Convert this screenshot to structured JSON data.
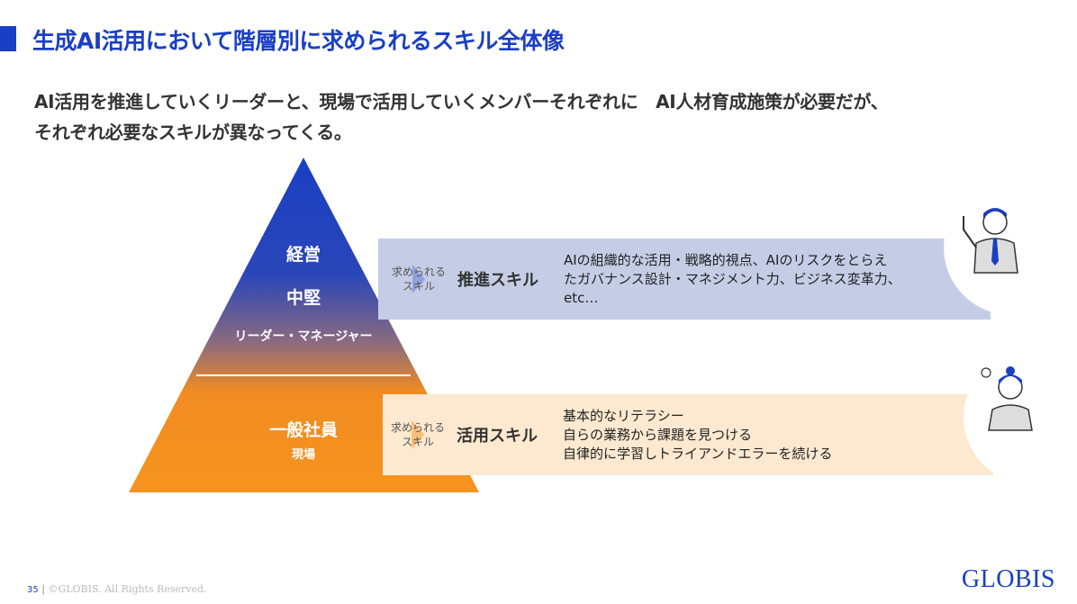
{
  "title": "生成AI活用において階層別に求められるスキル全体像",
  "subtitle": {
    "line1": "AI活用を推進していくリーダーと、現場で活用していくメンバーそれぞれに　AI人材育成施策が必要だが、",
    "line2": "それぞれ必要なスキルが異なってくる。"
  },
  "pyramid": {
    "levels": [
      "経営",
      "中堅",
      "リーダー・マネージャー",
      "一般社員",
      "現場"
    ]
  },
  "panels": [
    {
      "required": [
        "求められる",
        "スキル"
      ],
      "skill": "推進スキル",
      "lines": [
        "AIの組織的な活用・戦略的視点、AIのリスクをとらえ",
        "たガバナンス設計・マネジメント力、ビジネス変革力、",
        "etc…"
      ]
    },
    {
      "required": [
        "求められる",
        "スキル"
      ],
      "skill": "活用スキル",
      "lines": [
        "基本的なリテラシー",
        "自らの業務から課題を見つける",
        "自律的に学習しトライアンドエラーを続ける"
      ]
    }
  ],
  "footer": {
    "page": "35",
    "copyright": "©GLOBIS. All Rights Reserved."
  },
  "logo": "GLOBIS",
  "colors": {
    "brand": "#1a3fc4",
    "orange": "#f7931e",
    "panel_blue": "#c5cde6",
    "panel_orange": "#fde9d0"
  }
}
